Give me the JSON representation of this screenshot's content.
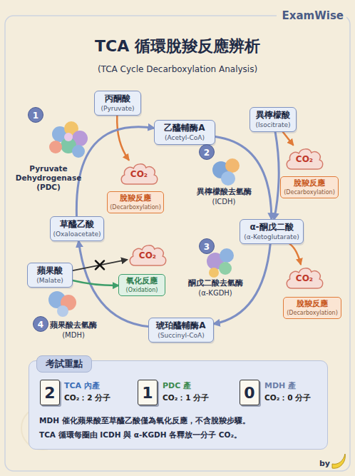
{
  "diagram": {
    "title": "TCA 循環脫羧反應辨析",
    "nodes": [
      {
        "text": [
          "丙酮酸",
          "(Pyruvate)"
        ]
      },
      {
        "text": [
          "異檸檬酸",
          "(Isocitrate)"
        ]
      },
      {
        "text": [
          "乙醯輔酶A",
          "(Acetyl-CoA)"
        ]
      },
      {
        "text": [
          "CO₂"
        ]
      },
      {
        "text": [
          "CO₂"
        ]
      },
      {
        "text": [
          "脫羧反應",
          "(Decarboxylation)"
        ]
      },
      {
        "text": [
          "脫羧反應",
          "(Decarboxylation)"
        ]
      },
      {
        "text": [
          "草醯乙酸",
          "(Oxaloacetate)"
        ]
      },
      {
        "text": [
          "α-酮戊二酸",
          "(α-Ketoglutarate)"
        ]
      },
      {
        "text": [
          "CO₂"
        ]
      },
      {
        "text": [
          "蘋果酸",
          "(Malate)"
        ]
      },
      {
        "text": [
          "CO₂"
        ]
      },
      {
        "text": [
          "氧化反應",
          "(Oxidation)"
        ]
      },
      {
        "text": [
          "脫羧反應",
          "(Decarboxylation)"
        ]
      },
      {
        "text": [
          "琥珀醯輔酶A",
          "(Succinyl-CoA)"
        ]
      },
      {
        "text": [
          "考試重點",
          "MDH 催化蘋果酸至草醯乙酸僅為氧化反應，不含脫羧步驟。",
          "TCA 循環每圈由 ICDH 與 α-KGDH 各釋放一分子 CO₂。"
        ]
      },
      {
        "text": [
          "2"
        ],
        "in": 15
      },
      {
        "text": [
          "1"
        ],
        "in": 15
      },
      {
        "text": [
          "0"
        ],
        "in": 15
      }
    ],
    "edges": [
      {
        "from": 0,
        "to": 3,
        "arrow": "to"
      },
      {
        "from": 7,
        "to": 2,
        "arrow": "to"
      },
      {
        "from": 2,
        "to": 8,
        "arrow": "to"
      },
      {
        "from": 1,
        "to": 8,
        "arrow": "to"
      },
      {
        "from": 1,
        "to": 4,
        "arrow": "to"
      },
      {
        "from": 8,
        "to": 14,
        "arrow": "to"
      },
      {
        "from": 8,
        "to": 11,
        "arrow": "to"
      },
      {
        "from": 14,
        "to": 7,
        "arrow": "to"
      },
      {
        "from": 10,
        "to": 9,
        "arrow": "to"
      },
      {
        "from": 10,
        "to": 12,
        "arrow": "to"
      }
    ],
    "labels": [
      "ExamWise",
      "(TCA Cycle Decarboxylation Analysis)",
      "1",
      "Pyruvate Dehydrogenase (PDC)",
      "2",
      "異檸檬酸去氫酶",
      "(ICDH)",
      "3",
      "酮戊二酸去氫酶",
      "(α-KGDH)",
      "4",
      "蘋果酸去氫酶",
      "(MDH)",
      "TCA 內產",
      "CO₂：2 分子",
      "PDC 產",
      "CO₂：1 分子",
      "MDH 產",
      "CO₂：0 分子",
      "by"
    ]
  }
}
